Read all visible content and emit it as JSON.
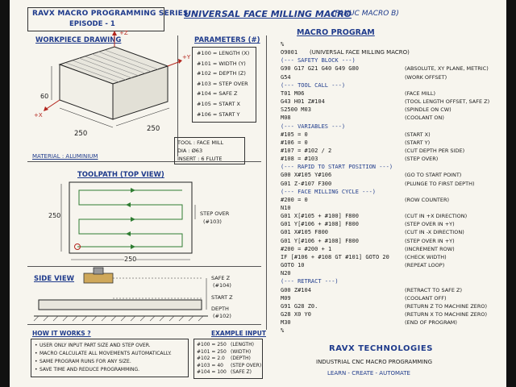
{
  "series_box": {
    "line1": "RAVX MACRO PROGRAMMING SERIES",
    "line2": "EPISODE - 1"
  },
  "main_title": "UNIVERSAL FACE MILLING MACRO",
  "subtitle": "(FANUC MACRO B)",
  "workpiece": {
    "heading": "WORKPIECE DRAWING",
    "dim_height": "60",
    "dim_length": "250",
    "dim_width": "250",
    "axis_z": "+Z",
    "axis_y": "+Y",
    "axis_x": "+X",
    "material": "MATERIAL : ALUMINIUM"
  },
  "parameters": {
    "heading": "PARAMETERS (#)",
    "items": [
      "#100 = LENGTH (X)",
      "#101 = WIDTH (Y)",
      "#102 = DEPTH (Z)",
      "#103 = STEP OVER",
      "#104 = SAFE Z",
      "#105 = START X",
      "#106 = START Y"
    ]
  },
  "tool_box": {
    "line1": "TOOL : FACE MILL",
    "line2": "DIA : Ø63",
    "line3": "INSERT : 6 FLUTE"
  },
  "toolpath": {
    "heading": "TOOLPATH (TOP VIEW)",
    "dim_height": "250",
    "dim_width": "250",
    "step_over": "STEP OVER",
    "step_over_param": "(#103)"
  },
  "side_view": {
    "heading": "SIDE VIEW",
    "safe_z": "SAFE Z",
    "safe_z_param": "(#104)",
    "start_z": "START Z",
    "depth": "DEPTH",
    "depth_param": "(#102)"
  },
  "how_it_works": {
    "heading": "HOW IT WORKS ?",
    "items": [
      "USER ONLY INPUT PART SIZE AND STEP OVER.",
      "MACRO CALCULATE ALL MOVEMENTS AUTOMATICALLY.",
      "SAME PROGRAM RUNS FOR ANY SIZE.",
      "SAVE TIME AND REDUCE PROGRAMMING."
    ]
  },
  "example_input": {
    "heading": "EXAMPLE INPUT",
    "rows": [
      {
        "code": "#100 = 250",
        "note": "(LENGTH)"
      },
      {
        "code": "#101 = 250",
        "note": "(WIDTH)"
      },
      {
        "code": "#102 = 2.0",
        "note": "(DEPTH)"
      },
      {
        "code": "#103 = 40",
        "note": "(STEP OVER)"
      },
      {
        "code": "#104 = 100",
        "note": "(SAFE Z)"
      }
    ]
  },
  "program": {
    "heading": "MACRO PROGRAM",
    "lines": [
      {
        "code": "%",
        "comment": "",
        "style": "black"
      },
      {
        "code": "O9001",
        "comment": "(UNIVERSAL FACE MILLING MACRO)",
        "style": "black"
      },
      {
        "code": "(--- SAFETY BLOCK ---)",
        "comment": "",
        "style": "blue"
      },
      {
        "code": "G90 G17 G21 G40 G49 G80",
        "comment": "(ABSOLUTE, XY PLANE, METRIC)",
        "style": "black"
      },
      {
        "code": "G54",
        "comment": "(WORK OFFSET)",
        "style": "black"
      },
      {
        "code": "(--- TOOL CALL ---)",
        "comment": "",
        "style": "blue"
      },
      {
        "code": "T01 M06",
        "comment": "(FACE MILL)",
        "style": "black"
      },
      {
        "code": "G43 H01 Z#104",
        "comment": "(TOOL LENGTH OFFSET, SAFE Z)",
        "style": "black"
      },
      {
        "code": "S2500 M03",
        "comment": "(SPINDLE ON CW)",
        "style": "black"
      },
      {
        "code": "M08",
        "comment": "(COOLANT ON)",
        "style": "black"
      },
      {
        "code": "(--- VARIABLES ---)",
        "comment": "",
        "style": "blue"
      },
      {
        "code": "#105 = 0",
        "comment": "(START X)",
        "style": "black"
      },
      {
        "code": "#106 = 0",
        "comment": "(START Y)",
        "style": "black"
      },
      {
        "code": "#107 = #102 / 2",
        "comment": "(CUT DEPTH PER SIDE)",
        "style": "black"
      },
      {
        "code": "#108 = #103",
        "comment": "(STEP OVER)",
        "style": "black"
      },
      {
        "code": "(--- RAPID TO START POSITION ---)",
        "comment": "",
        "style": "blue"
      },
      {
        "code": "G00 X#105 Y#106",
        "comment": "(GO TO START POINT)",
        "style": "black"
      },
      {
        "code": "G01 Z-#107 F300",
        "comment": "(PLUNGE TO FIRST DEPTH)",
        "style": "black"
      },
      {
        "code": "(--- FACE MILLING CYCLE ---)",
        "comment": "",
        "style": "blue"
      },
      {
        "code": "#200 = 0",
        "comment": "(ROW COUNTER)",
        "style": "black"
      },
      {
        "code": "N10",
        "comment": "",
        "style": "black"
      },
      {
        "code": "G01 X[#105 + #100] F800",
        "comment": "(CUT IN +X DIRECTION)",
        "style": "black"
      },
      {
        "code": "G01 Y[#106 + #108] F800",
        "comment": "(STEP OVER IN +Y)",
        "style": "black"
      },
      {
        "code": "G01 X#105 F800",
        "comment": "(CUT IN -X DIRECTION)",
        "style": "black"
      },
      {
        "code": "G01 Y[#106 + #108] F800",
        "comment": "(STEP OVER IN +Y)",
        "style": "black"
      },
      {
        "code": "#200 = #200 + 1",
        "comment": "(INCREMENT ROW)",
        "style": "black"
      },
      {
        "code": "IF [#106 + #108 GT #101] GOTO 20",
        "comment": "(CHECK WIDTH)",
        "style": "black"
      },
      {
        "code": "GOTO 10",
        "comment": "(REPEAT LOOP)",
        "style": "black"
      },
      {
        "code": "N20",
        "comment": "",
        "style": "black"
      },
      {
        "code": "(--- RETRACT ---)",
        "comment": "",
        "style": "blue"
      },
      {
        "code": "G00 Z#104",
        "comment": "(RETRACT TO SAFE Z)",
        "style": "black"
      },
      {
        "code": "M09",
        "comment": "(COOLANT OFF)",
        "style": "black"
      },
      {
        "code": "G91 G28 Z0.",
        "comment": "(RETURN Z TO MACHINE ZERO)",
        "style": "black"
      },
      {
        "code": "G28 X0 Y0",
        "comment": "(RETURN X TO MACHINE ZERO)",
        "style": "black"
      },
      {
        "code": "M30",
        "comment": "(END OF PROGRAM)",
        "style": "black"
      },
      {
        "code": "%",
        "comment": "",
        "style": "black"
      }
    ]
  },
  "footer": {
    "brand": "RAVX TECHNOLOGIES",
    "tagline": "INDUSTRIAL CNC MACRO PROGRAMMING",
    "motto": "LEARN - CREATE - AUTOMATE"
  },
  "colors": {
    "ink_blue": "#1f3b8c",
    "ink_red": "#b3261e",
    "ink_green": "#2f7d32",
    "paper": "#f7f5ee"
  }
}
